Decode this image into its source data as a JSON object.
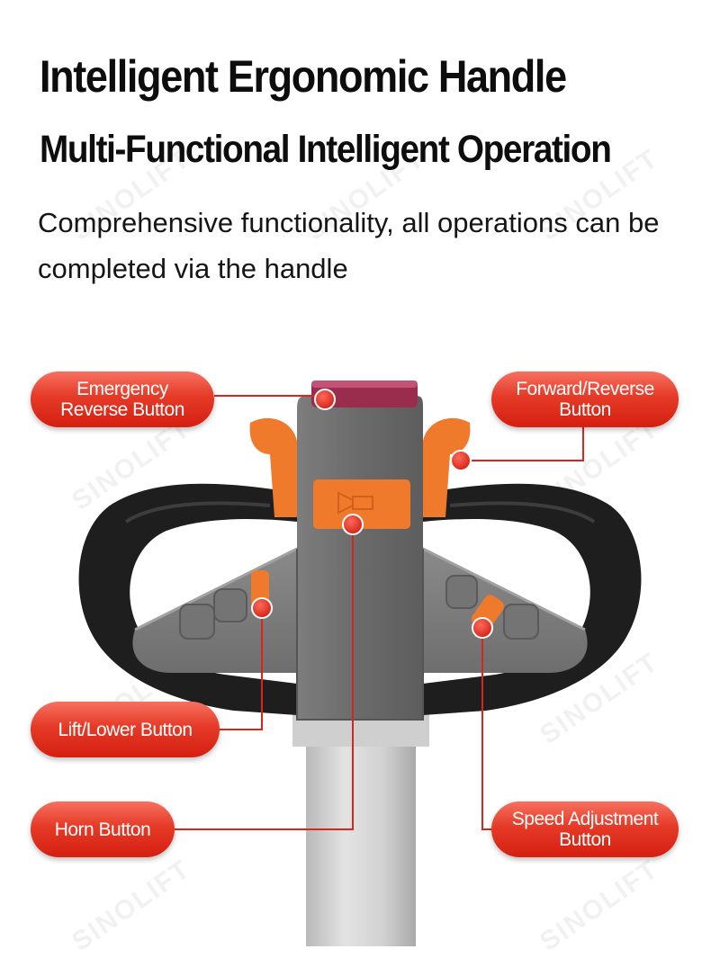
{
  "headline": "Intelligent Ergonomic Handle",
  "subheadline": "Multi-Functional Intelligent Operation",
  "description": "Comprehensive functionality, all operations can be completed via the handle",
  "callouts": {
    "emergency_reverse": {
      "line1": "Emergency",
      "line2": "Reverse Button"
    },
    "forward_reverse": {
      "line1": "Forward/Reverse",
      "line2": "Button"
    },
    "lift_lower": {
      "line1": "Lift/Lower Button"
    },
    "horn": {
      "line1": "Horn Button"
    },
    "speed_adjustment": {
      "line1": "Speed Adjustment",
      "line2": "Button"
    }
  },
  "watermark": "SINOLIFT",
  "colors": {
    "callout_red": "#e53a27",
    "marker_red": "#d9261a",
    "handle_grey": "#6b6b6b",
    "grip_black": "#1e1e1e",
    "accent_orange": "#f07a2c",
    "emergency_button": "#9a2d4e",
    "shaft_grey": "#d7d7d7"
  }
}
